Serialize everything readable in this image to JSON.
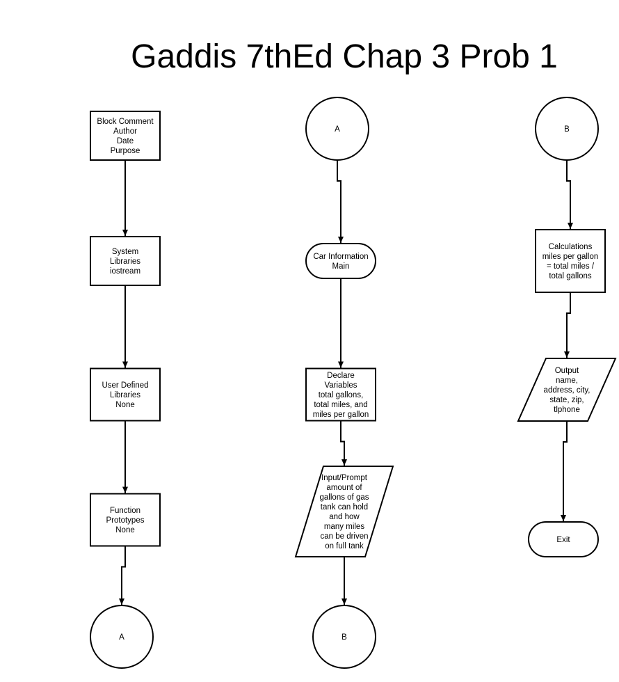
{
  "diagram": {
    "title": "Gaddis 7thEd Chap 3 Prob 1",
    "colors": {
      "stroke": "#000000",
      "fill": "#ffffff",
      "text": "#000000"
    },
    "nodes": {
      "block_comment": {
        "shape": "rectangle",
        "lines": [
          "Block Comment",
          "Author",
          "Date",
          "Purpose"
        ]
      },
      "system_libraries": {
        "shape": "rectangle",
        "lines": [
          "System",
          "Libraries",
          "iostream"
        ]
      },
      "user_libraries": {
        "shape": "rectangle",
        "lines": [
          "User Defined",
          "Libraries",
          "None"
        ]
      },
      "function_prototypes": {
        "shape": "rectangle",
        "lines": [
          "Function",
          "Prototypes",
          "None"
        ]
      },
      "connector_a_out": {
        "shape": "circle",
        "lines": [
          "A"
        ]
      },
      "connector_a_in": {
        "shape": "circle",
        "lines": [
          "A"
        ]
      },
      "car_info_main": {
        "shape": "terminal",
        "lines": [
          "Car Information",
          "Main"
        ]
      },
      "declare_variables": {
        "shape": "rectangle",
        "lines": [
          "Declare",
          "Variables",
          "total gallons,",
          "total miles, and",
          "miles per gallon"
        ]
      },
      "input_prompt": {
        "shape": "parallelogram",
        "lines": [
          "Input/Prompt",
          "amount of",
          "gallons of gas",
          "tank can hold",
          "and how",
          "many miles",
          "can be driven",
          "on full tank"
        ]
      },
      "connector_b_out": {
        "shape": "circle",
        "lines": [
          "B"
        ]
      },
      "connector_b_in": {
        "shape": "circle",
        "lines": [
          "B"
        ]
      },
      "calculations": {
        "shape": "rectangle",
        "lines": [
          "Calculations",
          "miles per gallon",
          "= total miles /",
          "total gallons"
        ]
      },
      "output": {
        "shape": "parallelogram",
        "lines": [
          "Output",
          "name,",
          "address, city,",
          "state, zip,",
          "tlphone"
        ]
      },
      "exit": {
        "shape": "terminal",
        "lines": [
          "Exit"
        ]
      }
    },
    "edges": [
      [
        "block_comment",
        "system_libraries"
      ],
      [
        "system_libraries",
        "user_libraries"
      ],
      [
        "user_libraries",
        "function_prototypes"
      ],
      [
        "function_prototypes",
        "connector_a_out"
      ],
      [
        "connector_a_in",
        "car_info_main"
      ],
      [
        "car_info_main",
        "declare_variables"
      ],
      [
        "declare_variables",
        "input_prompt"
      ],
      [
        "input_prompt",
        "connector_b_out"
      ],
      [
        "connector_b_in",
        "calculations"
      ],
      [
        "calculations",
        "output"
      ],
      [
        "output",
        "exit"
      ]
    ]
  }
}
